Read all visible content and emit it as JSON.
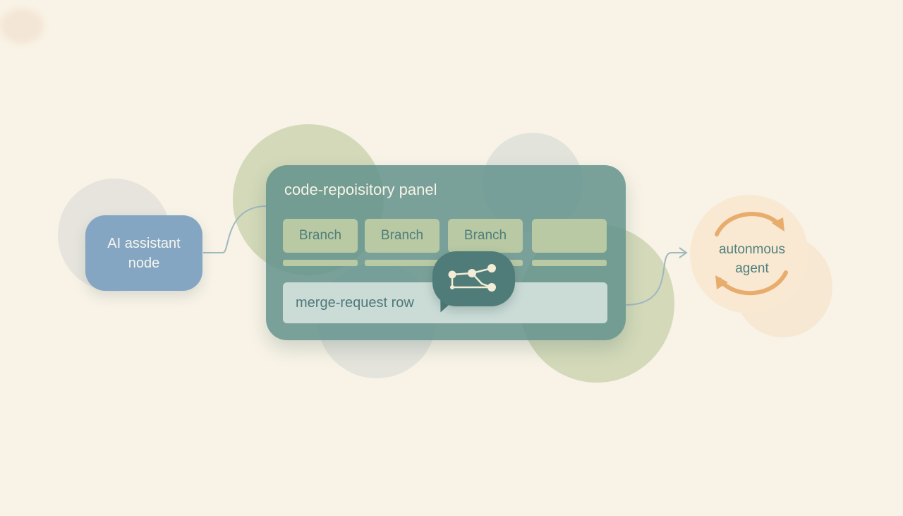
{
  "diagram": {
    "nodes": {
      "ai_assistant": {
        "label": "AI assistant node"
      },
      "repo_panel": {
        "title": "code-repoisitory panel",
        "branches": [
          "Branch",
          "Branch",
          "Branch",
          ""
        ],
        "merge_row": "merge-request row"
      },
      "agent": {
        "label": "autonmous agent"
      }
    },
    "edges": [
      {
        "from": "ai_assistant",
        "to": "repo_panel"
      },
      {
        "from": "repo_panel",
        "to": "agent",
        "arrow": true
      }
    ],
    "icons": {
      "bubble": "git-graph-chat-icon",
      "agent": "cycle-arrows-icon"
    },
    "colors": {
      "background": "#f8f3e6",
      "ai_node": "#84a6c2",
      "panel": "#60918c",
      "branch": "#b8c9a3",
      "merge_row": "#cbdcd7",
      "agent_arrows": "#e8ac6c",
      "text_teal": "#4f7f7c"
    }
  }
}
